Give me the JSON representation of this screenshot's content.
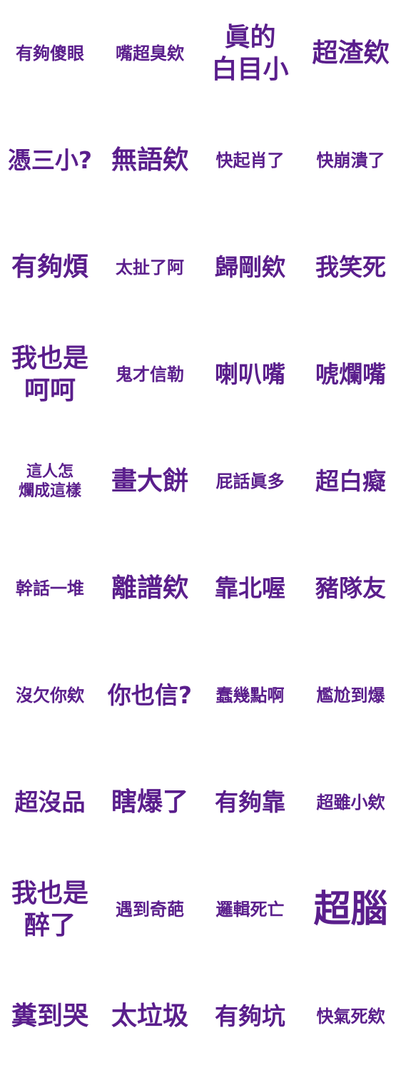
{
  "stickers": [
    {
      "text": "有夠傻眼"
    },
    {
      "text": "嘴超臭欸"
    },
    {
      "text": "眞的\n白目小"
    },
    {
      "text": "超渣欸"
    },
    {
      "text": "憑三小?"
    },
    {
      "text": "無語欸"
    },
    {
      "text": "快起肖了"
    },
    {
      "text": "快崩潰了"
    },
    {
      "text": "有夠煩"
    },
    {
      "text": "太扯了阿"
    },
    {
      "text": "歸剛欸"
    },
    {
      "text": "我笑死"
    },
    {
      "text": "我也是\n呵呵"
    },
    {
      "text": "鬼才信勒"
    },
    {
      "text": "喇叭嘴"
    },
    {
      "text": "唬爛嘴"
    },
    {
      "text": "這人怎\n爛成這樣"
    },
    {
      "text": "畫大餅"
    },
    {
      "text": "屁話眞多"
    },
    {
      "text": "超白癡"
    },
    {
      "text": "幹話一堆"
    },
    {
      "text": "離譜欸"
    },
    {
      "text": "靠北喔"
    },
    {
      "text": "豬隊友"
    },
    {
      "text": "沒欠你欸"
    },
    {
      "text": "你也信?"
    },
    {
      "text": "蠢幾點啊"
    },
    {
      "text": "尷尬到爆"
    },
    {
      "text": "超沒品"
    },
    {
      "text": "瞎爆了"
    },
    {
      "text": "有夠靠"
    },
    {
      "text": "超雖小欸"
    },
    {
      "text": "我也是\n醉了"
    },
    {
      "text": "遇到奇葩"
    },
    {
      "text": "邏輯死亡"
    },
    {
      "text": "超腦"
    },
    {
      "text": "糞到哭"
    },
    {
      "text": "太垃圾"
    },
    {
      "text": "有夠坑"
    },
    {
      "text": "快氣死欸"
    }
  ]
}
